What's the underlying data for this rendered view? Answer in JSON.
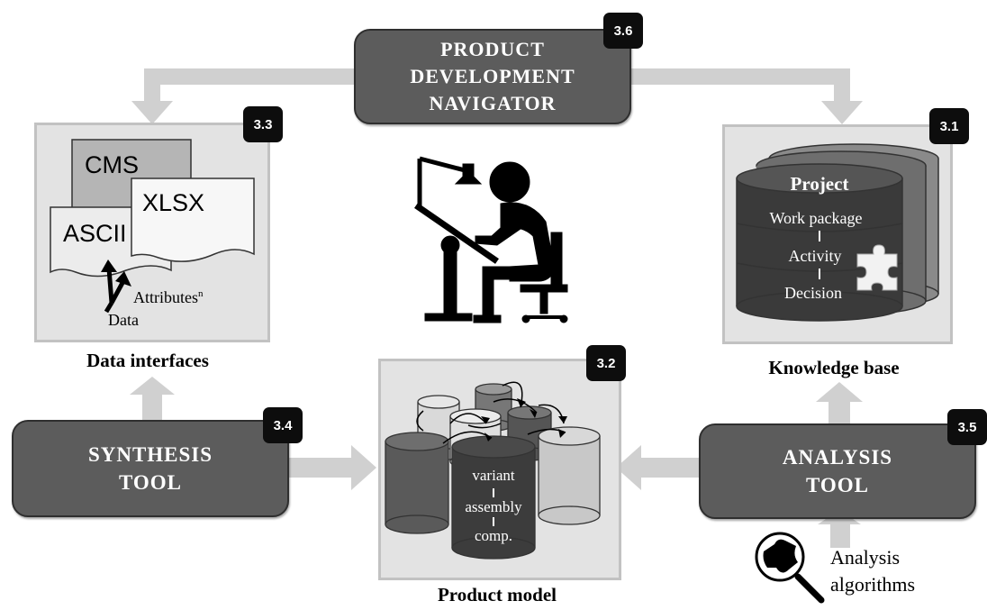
{
  "navigator": {
    "badge": "3.6",
    "lines": [
      "PRODUCT",
      "DEVELOPMENT",
      "NAVIGATOR"
    ]
  },
  "data_interfaces": {
    "badge": "3.3",
    "caption": "Data interfaces",
    "doc_cms": "CMS",
    "doc_xlsx": "XLSX",
    "doc_ascii": "ASCII",
    "attributes": "Attributes",
    "attributes_sup": "n",
    "data": "Data"
  },
  "knowledge_base": {
    "badge": "3.1",
    "caption": "Knowledge base",
    "project": "Project",
    "levels": [
      "Work package",
      "Activity",
      "Decision"
    ]
  },
  "product_model": {
    "badge": "3.2",
    "caption": "Product model",
    "levels": [
      "variant",
      "assembly",
      "comp."
    ]
  },
  "synthesis_tool": {
    "badge": "3.4",
    "lines": [
      "SYNTHESIS",
      "TOOL"
    ]
  },
  "analysis_tool": {
    "badge": "3.5",
    "lines": [
      "ANALYSIS",
      "TOOL"
    ]
  },
  "analysis_algorithms": {
    "lines": [
      "Analysis",
      "algorithms"
    ]
  },
  "colors": {
    "tool_fill": "#5c5c5c",
    "panel_fill": "#e3e3e3",
    "arrow": "#d0d0d0",
    "badge": "#0d0d0d"
  },
  "icons": [
    "designer-at-drafting-table-icon",
    "puzzle-piece-icon",
    "magnifier-icon",
    "database-cylinder-icon",
    "document-icon"
  ]
}
